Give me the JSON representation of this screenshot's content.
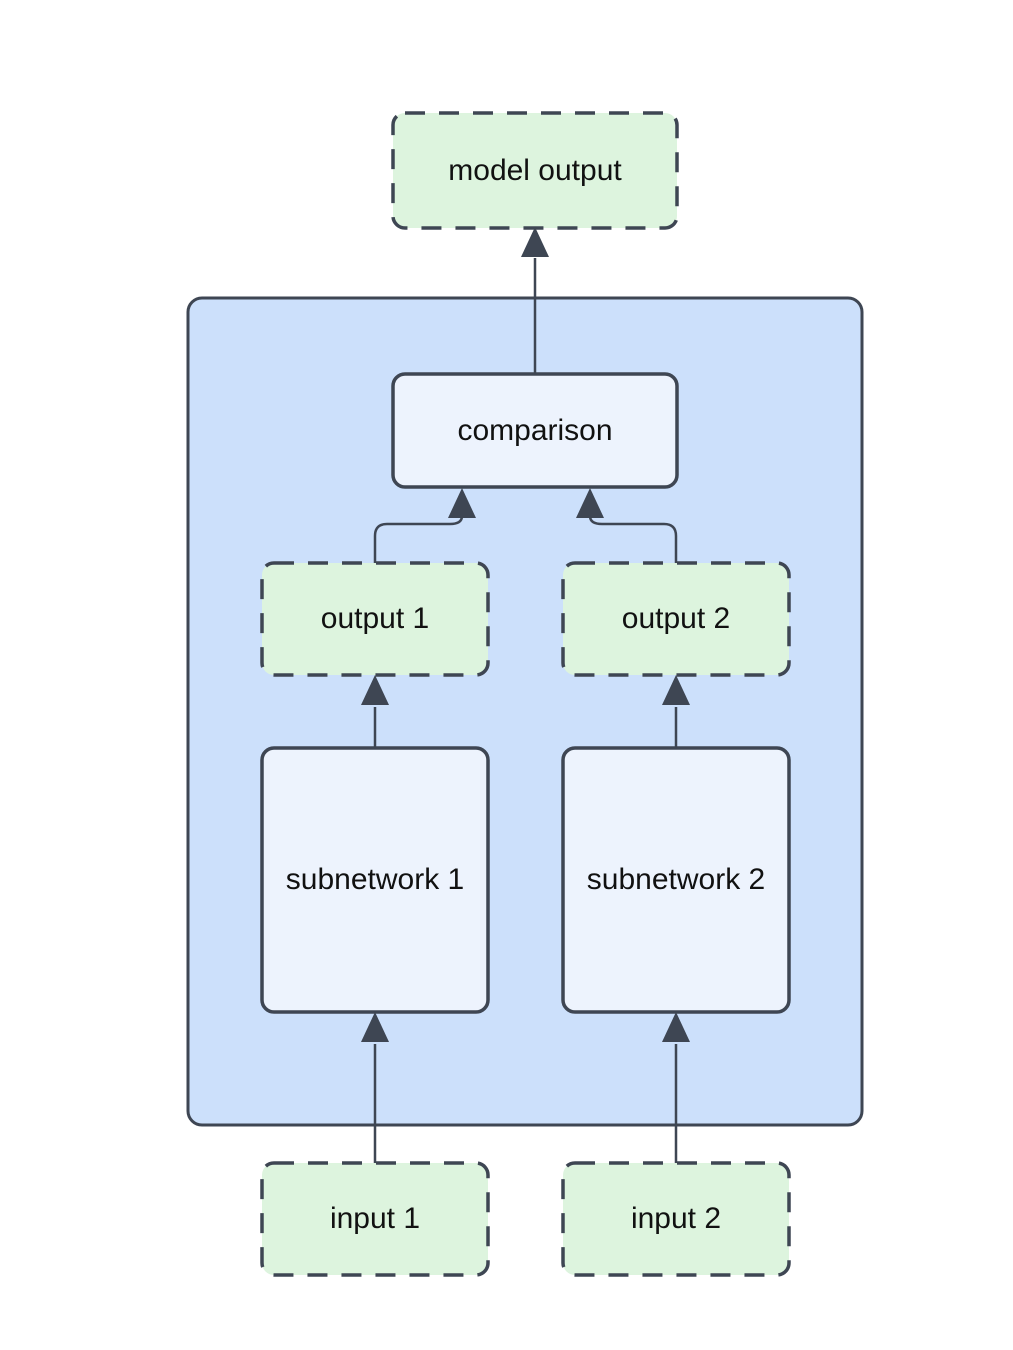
{
  "diagram": {
    "type": "flowchart",
    "description": "Siamese network architecture: two inputs feed two subnetworks whose outputs are compared to produce the model output",
    "nodes": {
      "model_output": {
        "label": "model output",
        "style": "dashed-green"
      },
      "comparison": {
        "label": "comparison",
        "style": "solid-light"
      },
      "output1": {
        "label": "output 1",
        "style": "dashed-green"
      },
      "output2": {
        "label": "output 2",
        "style": "dashed-green"
      },
      "subnetwork1": {
        "label": "subnetwork 1",
        "style": "solid-light"
      },
      "subnetwork2": {
        "label": "subnetwork 2",
        "style": "solid-light"
      },
      "input1": {
        "label": "input 1",
        "style": "dashed-green"
      },
      "input2": {
        "label": "input 2",
        "style": "dashed-green"
      }
    },
    "edges": [
      {
        "from": "input1",
        "to": "subnetwork1"
      },
      {
        "from": "input2",
        "to": "subnetwork2"
      },
      {
        "from": "subnetwork1",
        "to": "output1"
      },
      {
        "from": "subnetwork2",
        "to": "output2"
      },
      {
        "from": "output1",
        "to": "comparison"
      },
      {
        "from": "output2",
        "to": "comparison"
      },
      {
        "from": "comparison",
        "to": "model_output"
      }
    ],
    "colors": {
      "canvas": "#ffffff",
      "container_fill": "#cce0fb",
      "node_fill": "#edf3fd",
      "io_fill": "#ddf4de",
      "stroke": "#3e4653",
      "text": "#111111"
    }
  }
}
